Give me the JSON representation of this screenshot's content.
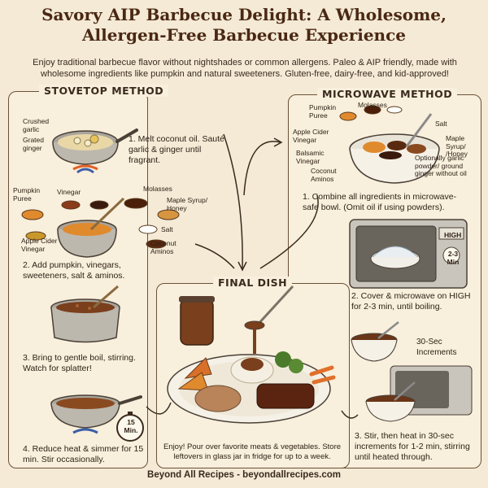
{
  "title_line1": "Savory AIP Barbecue Delight: A Wholesome,",
  "title_line2": "Allergen-Free Barbecue Experience",
  "subtitle": "Enjoy traditional barbecue flavor without nightshades or common allergens. Paleo & AIP friendly, made with wholesome ingredients like pumpkin and natural sweeteners. Gluten-free, dairy-free, and kid-approved!",
  "stovetop": {
    "title": "STOVETOP METHOD",
    "labels": {
      "garlic": "Crushed garlic",
      "ginger": "Grated ginger",
      "pumpkin": "Pumpkin Puree",
      "vinegar": "Vinegar",
      "molasses": "Molasses",
      "maple": "Maple Syrup/ Honey",
      "salt": "Salt",
      "acv": "Apple Cider Vinegar",
      "coconut": "Coconut Aminos",
      "timer": "15 Min."
    },
    "steps": [
      "1. Melt coconut oil. Sauté garlic & ginger until fragrant.",
      "2. Add pumpkin, vinegars, sweeteners, salt & aminos.",
      "3. Bring to gentle boil, stirring. Watch for splatter!",
      "4. Reduce heat & simmer for 15 min. Stir occasionally."
    ]
  },
  "microwave": {
    "title": "MICROWAVE METHOD",
    "labels": {
      "pumpkin": "Pumpkin Puree",
      "molasses": "Molasses",
      "salt": "Salt",
      "acv": "Apple Cider Vinegar",
      "maple": "Maple Syrup/ /Honey",
      "balsamic": "Balsamic Vinegar",
      "optional": "Optionally garlic powder/ ground ginger without oil",
      "coconut": "Coconut Aminos",
      "high": "HIGH",
      "timer": "2-3 Min",
      "increments": "30-Sec Increments"
    },
    "steps": [
      "1. Combine all ingredients in microwave-safe bowl. (Omit oil if using powders).",
      "2. Cover & microwave on HIGH for 2-3 min, until boiling.",
      "3. Stir, then heat in 30-sec increments for 1-2 min, stirring until heated through."
    ]
  },
  "final": {
    "title": "FINAL DISH",
    "caption": "Enjoy! Pour over favorite meats & vegetables. Store leftovers in glass jar in fridge for up to a week."
  },
  "footer": "Beyond All Recipes - beyondallrecipes.com",
  "colors": {
    "background": "#f4ead6",
    "sauce": "#7a3f1c",
    "pumpkin": "#e08a2e",
    "pot": "#b8b4ac",
    "border": "#6b5138"
  }
}
